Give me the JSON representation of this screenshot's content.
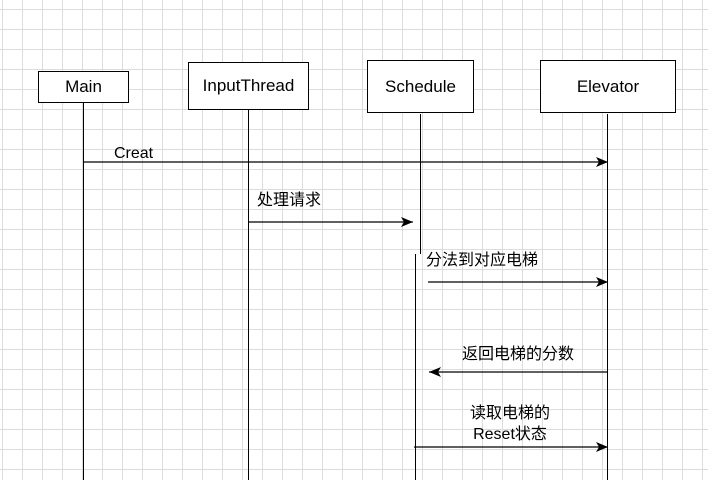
{
  "participants": [
    {
      "id": "main",
      "label": "Main"
    },
    {
      "id": "input",
      "label": "InputThread"
    },
    {
      "id": "schedule",
      "label": "Schedule"
    },
    {
      "id": "elevator",
      "label": "Elevator"
    }
  ],
  "messages": [
    {
      "from": "main",
      "to": "elevator",
      "label": "Creat"
    },
    {
      "from": "input",
      "to": "schedule",
      "label": "处理请求"
    },
    {
      "from": "schedule",
      "to": "elevator",
      "label": "分法到对应电梯"
    },
    {
      "from": "elevator",
      "to": "schedule",
      "label": "返回电梯的分数"
    },
    {
      "from": "schedule",
      "to": "elevator",
      "label_lines": [
        "读取电梯的",
        "Reset状态"
      ]
    }
  ],
  "colors": {
    "line": "#000000",
    "grid": "#dcdcdc",
    "background": "#ffffff"
  }
}
